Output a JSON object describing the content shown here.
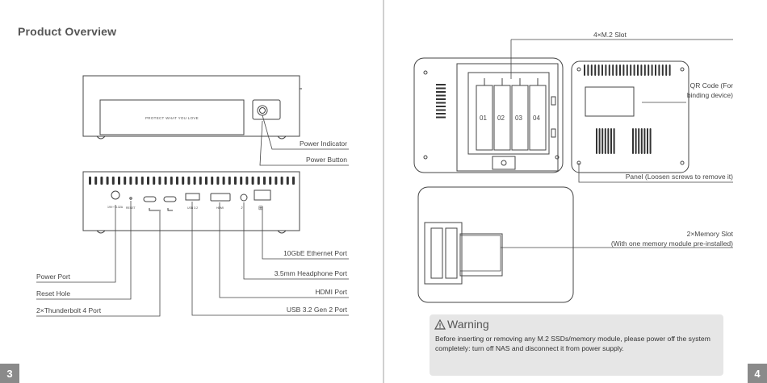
{
  "left_page": {
    "title": "Product Overview",
    "page_number": "3",
    "front_slogan": "PROTECT WHAT YOU LOVE",
    "callouts": {
      "power_indicator": "Power Indicator",
      "power_button": "Power Button",
      "ethernet": "10GbE Ethernet Port",
      "headphone": "3.5mm Headphone Port",
      "hdmi": "HDMI Port",
      "usb": "USB 3.2 Gen 2 Port",
      "power_port": "Power Port",
      "reset": "Reset Hole",
      "thunderbolt": "2×Thunderbolt 4 Port"
    },
    "port_labels": {
      "dc": "19V⎓ 6.32A",
      "reset": "RESET",
      "usb": "USB 3.2",
      "hdmi": "HDMI"
    }
  },
  "right_page": {
    "page_number": "4",
    "callouts": {
      "m2": "4×M.2 Slot",
      "qr_line1": "QR Code (For",
      "qr_line2": "binding device)",
      "panel": "Panel (Loosen screws to remove it)",
      "memory_line1": "2×Memory Slot",
      "memory_line2": "(With one memory module pre-installed)"
    },
    "slots": [
      "01",
      "02",
      "03",
      "04"
    ],
    "warning": {
      "title": "Warning",
      "text": "Before inserting or removing any M.2 SSDs/memory module, please power off the system completely: turn off NAS and disconnect it from power supply."
    }
  },
  "colors": {
    "page_number_bg": "#8a8a8a",
    "warning_bg": "#e6e6e6",
    "line": "#444444"
  }
}
